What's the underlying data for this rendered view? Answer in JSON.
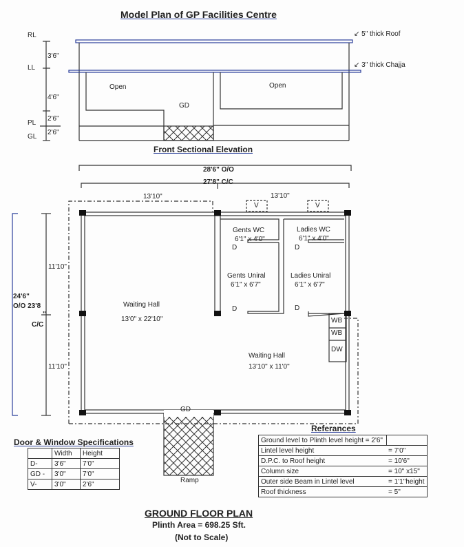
{
  "title": "Model Plan of GP Facilities Centre",
  "elevation": {
    "title": "Front Sectional Elevation",
    "levels": [
      "RL",
      "LL",
      "PL",
      "GL"
    ],
    "dims": [
      "3'6\"",
      "4'6\"",
      "2'6\"",
      "2'6\""
    ],
    "roof_note": "↙ 5\" thick Roof",
    "chajja_note": "↙ 3\" thick Chajja",
    "open_left": "Open",
    "open_right": "Open",
    "gd": "GD"
  },
  "plan": {
    "dim_oo": "28'6\" O/O",
    "dim_cc": "27'8\" C/C",
    "dim_left": "13'10\"",
    "dim_right": "13'10\"",
    "dim_v1": "11'10\"",
    "dim_v2": "11'10\"",
    "dim_side_1": "24'6\"",
    "dim_side_2": "O/O  23'8",
    "dim_side_3": "\"",
    "dim_side_4": "C/C",
    "v1": "V",
    "v2": "V",
    "gents_wc": "Gents WC",
    "gents_wc_size": "6'1\" x 4'0\"",
    "ladies_wc": "Ladies WC",
    "ladies_wc_size": "6'1\" x 4'0\"",
    "gents_urinal": "Gents Uniral",
    "gents_urinal_size": "6'1\" x 6'7\"",
    "ladies_urinal": "Ladies Uniral",
    "ladies_urinal_size": "6'1\" x 6'7\"",
    "door": "D",
    "hall1": "Waiting Hall",
    "hall1_size": "13'0\" x 22'10\"",
    "hall2": "Waiting Hall",
    "hall2_size": "13'10\" x 11'0\"",
    "wb1": "WB",
    "wb2": "WB",
    "dw": "DW",
    "gd": "GD",
    "ramp": "Ramp"
  },
  "specs": {
    "title": "Door & Window Specifications",
    "headers": [
      "",
      "Width",
      "Height"
    ],
    "rows": [
      [
        "D-",
        "3'6\"",
        "7'0\""
      ],
      [
        "GD -",
        "3'0\"",
        "7'0\""
      ],
      [
        "V-",
        "3'0\"",
        "2'6\""
      ]
    ]
  },
  "references": {
    "title": "Referances",
    "rows": [
      [
        "Ground level to Plinth level height = 2'6\"",
        ""
      ],
      [
        "Lintel level height",
        "= 7'0\""
      ],
      [
        "D.P.C. to Roof height",
        "= 10'6\""
      ],
      [
        "Column size",
        "= 10\" x15\""
      ],
      [
        "Outer side Beam in Lintel level",
        "= 1'1\"height"
      ],
      [
        "Roof thickness",
        "= 5\""
      ]
    ]
  },
  "footer": {
    "title": "GROUND FLOOR PLAN",
    "area": "Plinth Area = 698.25 Sft.",
    "scale": "(Not to Scale)"
  }
}
